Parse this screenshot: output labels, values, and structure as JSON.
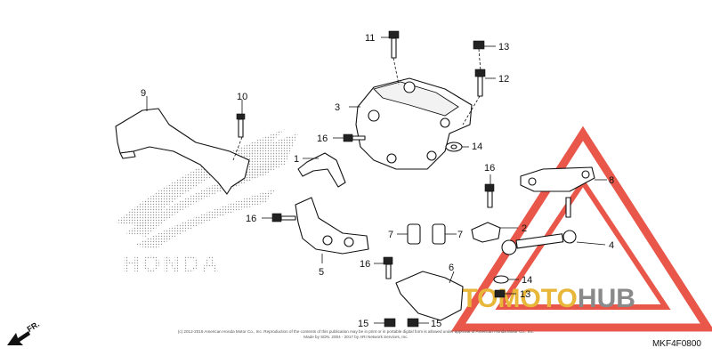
{
  "callouts": [
    "1",
    "2",
    "3",
    "4",
    "5",
    "6",
    "7",
    "7",
    "8",
    "9",
    "10",
    "11",
    "12",
    "13",
    "13",
    "14",
    "14",
    "15",
    "15",
    "16",
    "16",
    "16",
    "16"
  ],
  "logo_text": "HONDA",
  "watermark": {
    "auto": "AUTO",
    "moto": "MOTO",
    "hub": "HUB"
  },
  "direction_label": "FR.",
  "diagram_code": "MKF4F0800",
  "copyright_line1": "(c) 2012-2016 American Honda Motor Co., Inc. Reproduction of the contents of this publication may be in print or in portable digital form is allowed under approval of American Honda Motor Co., Inc.",
  "copyright_line2": "Made by SDN. 2004 - 2017 by ARI Network Services, Inc.",
  "colors": {
    "watermark_red": "#e53a2a",
    "watermark_gray": "#8a8a8a",
    "ink": "#111111"
  }
}
